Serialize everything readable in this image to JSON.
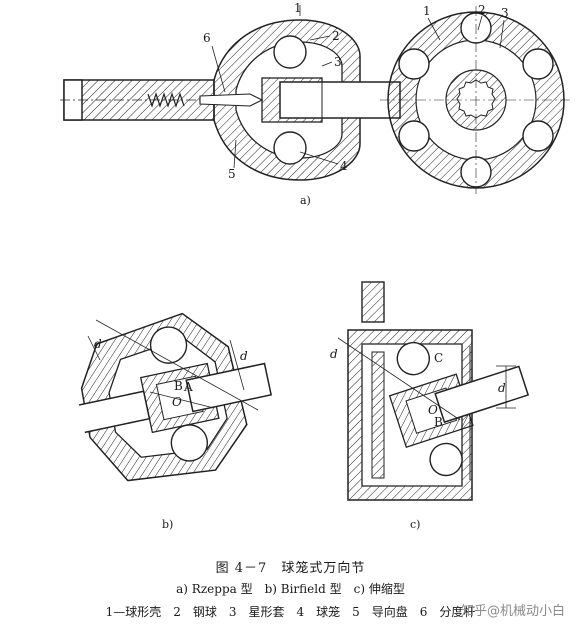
{
  "figure": {
    "panel_a": {
      "label": "a)",
      "callouts": {
        "left_1": "1",
        "left_2": "2",
        "left_3": "3",
        "left_4": "4",
        "left_5": "5",
        "left_6": "6",
        "right_1": "1",
        "right_2": "2",
        "right_3": "3"
      }
    },
    "panel_b": {
      "label": "b)",
      "letters": {
        "d1": "d",
        "d2": "d",
        "b": "B",
        "a": "A",
        "o": "O"
      }
    },
    "panel_c": {
      "label": "c)",
      "letters": {
        "d1": "d",
        "d2": "d",
        "c": "C",
        "o": "O",
        "b": "B"
      }
    }
  },
  "caption": {
    "title": "图 4－7　球笼式万向节",
    "subtitle": "a) Rzeppa 型　b) Birfield 型　c) 伸缩型",
    "legend": "1—球形壳　2　钢球　3　星形套　4　球笼　5　导向盘　6　分度杆"
  },
  "watermark": "知乎@机械动小白"
}
